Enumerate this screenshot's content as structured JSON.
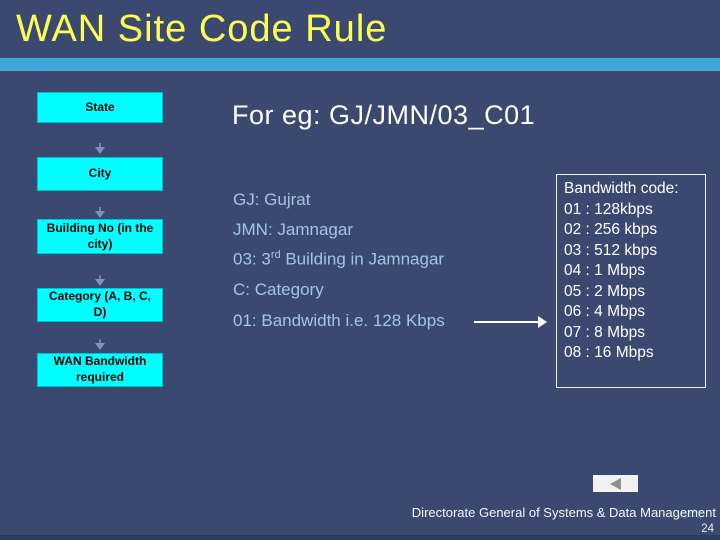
{
  "title": "WAN Site Code Rule",
  "heading": "For eg: GJ/JMN/03_C01",
  "flowchart": {
    "boxes": [
      {
        "label": "State"
      },
      {
        "label": "City"
      },
      {
        "label": "Building No (in the city)"
      },
      {
        "label": "Category (A, B, C, D)"
      },
      {
        "label": "WAN Bandwidth required"
      }
    ]
  },
  "explanation": {
    "lines": [
      {
        "text": "GJ: Gujrat"
      },
      {
        "text": "JMN: Jamnagar"
      },
      {
        "prefix": "03: 3",
        "sup": "rd",
        "suffix": " Building in Jamnagar"
      },
      {
        "text": "C: Category"
      },
      {
        "text": "01: Bandwidth i.e. 128 Kbps"
      }
    ]
  },
  "bandwidth_box": {
    "title": "Bandwidth code:",
    "entries": [
      "01 : 128kbps",
      "02 : 256 kbps",
      "03 : 512 kbps",
      "04 : 1 Mbps",
      "05 : 2 Mbps",
      "06 : 4 Mbps",
      "07 : 8 Mbps",
      "08 : 16 Mbps"
    ]
  },
  "footer": {
    "text": "Directorate General of Systems & Data Management",
    "page_number": "24"
  },
  "colors": {
    "background": "#3b4970",
    "accent_bar": "#3fa6d8",
    "title_text": "#fdff55",
    "flow_box_fill": "#00ffff",
    "explanation_text": "#a4c4e4",
    "heading_text": "#ffffff",
    "bandwidth_border": "#eef2f8"
  }
}
